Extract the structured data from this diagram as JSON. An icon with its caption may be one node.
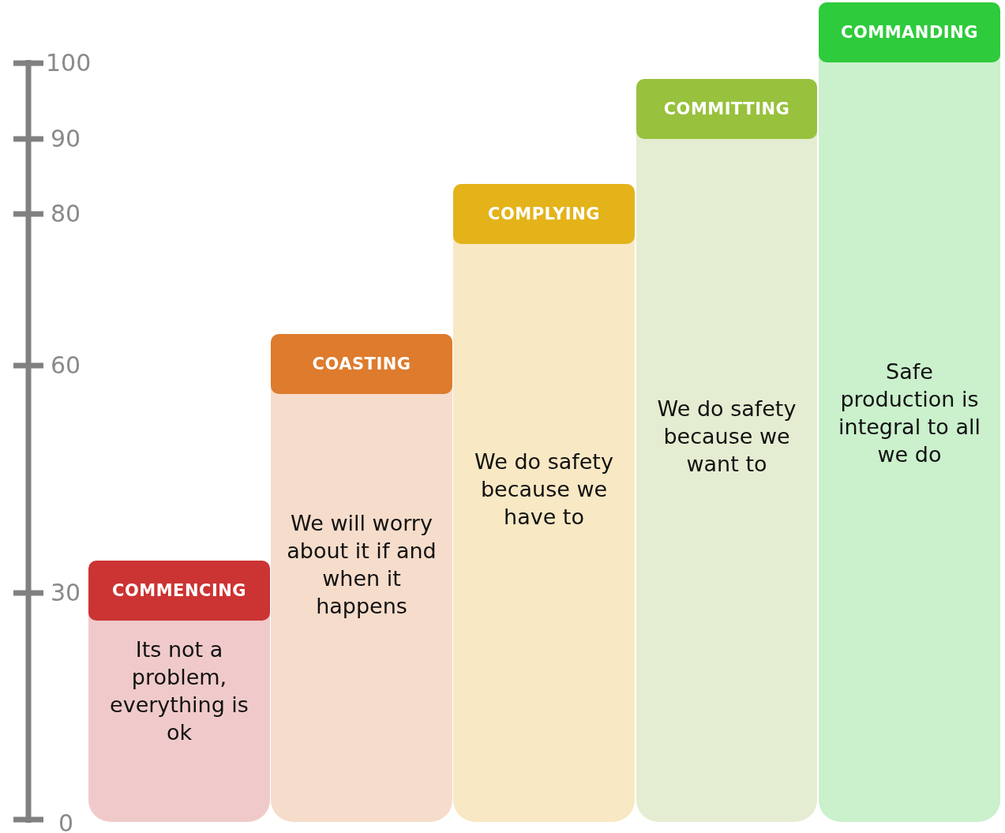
{
  "diagram": {
    "nodes": [
      {
        "text": [
          "COMMENCING",
          "Its not a problem, everything is ok"
        ]
      },
      {
        "text": [
          "COASTING",
          "We will worry about it if and when it happens"
        ]
      },
      {
        "text": [
          "COMPLYING",
          "We do safety because we have to"
        ]
      },
      {
        "text": [
          "COMMITTING",
          "We do safety because we want to"
        ]
      },
      {
        "text": [
          "COMMANDING",
          "Safe production is integral to all we do"
        ]
      }
    ],
    "labels": [
      "100",
      "90",
      "80",
      "60",
      "30",
      "0"
    ]
  }
}
